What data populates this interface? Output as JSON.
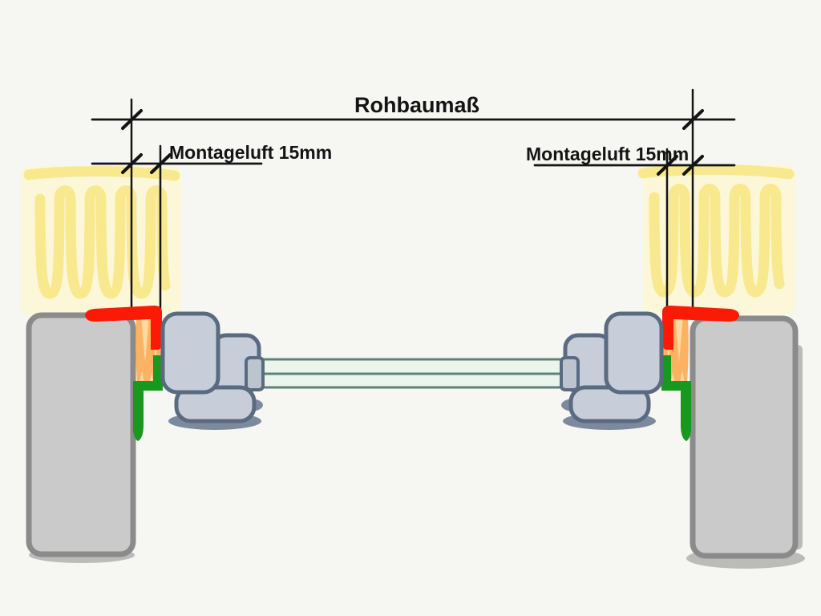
{
  "diagram": {
    "labels": {
      "rohbaumass": "Rohbaumaß",
      "montageluft_left": "Montageluft 15mm",
      "montageluft_right": "Montageluft 15mm"
    },
    "colors": {
      "background": "#f6f6f3",
      "line": "#141414",
      "insulation_fill": "#fcf7d8",
      "insulation_stroke": "#f8e98f",
      "wall_fill": "#cacaca",
      "wall_stroke": "#8b8b8b",
      "frame_fill": "#c7ced9",
      "frame_stroke": "#5a6a80",
      "frame_shadow": "#67768c",
      "glazing_block_fill": "#bcc4cf",
      "glass_fill": "#eaf5ec",
      "glass_stroke": "#5c837b",
      "seal_red": "#fb1a06",
      "foam_orange": "#fcb263",
      "foam_orange_light": "#fdd9a2",
      "seal_green": "#18981e"
    }
  }
}
